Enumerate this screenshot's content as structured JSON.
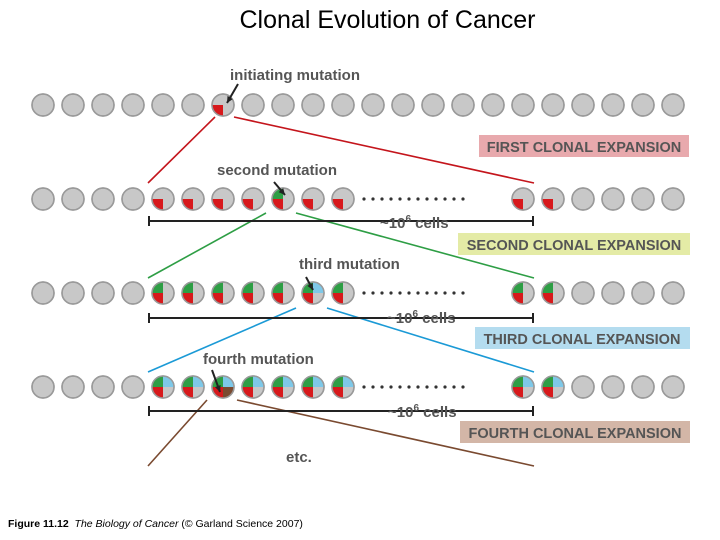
{
  "title": "Clonal Evolution of Cancer",
  "mutation_labels": {
    "initiating": "initiating mutation",
    "second": "second mutation",
    "third": "third mutation",
    "fourth": "fourth mutation"
  },
  "expansions": [
    {
      "label": "FIRST CLONAL EXPANSION",
      "color": "#e8a9ad"
    },
    {
      "label": "SECOND CLONAL EXPANSION",
      "color": "#e4eba6"
    },
    {
      "label": "THIRD CLONAL EXPANSION",
      "color": "#b4dcef"
    },
    {
      "label": "FOURTH CLONAL EXPANSION",
      "color": "#d3b6a7"
    }
  ],
  "cells_label": {
    "prefix": "~10",
    "exponent": "6",
    "suffix": " cells"
  },
  "etc_label": "etc.",
  "caption": {
    "figure": "Figure 11.12",
    "book": "The Biology of Cancer",
    "source": " (© Garland Science 2007)"
  },
  "colors": {
    "normal_cell": "#c8c8c8",
    "red_mutation": "#d7191c",
    "green_mutation": "#2e9e45",
    "blue_mutation": "#7ec8e8",
    "brown_mutation": "#7a4a30",
    "label_text": "#555555"
  }
}
